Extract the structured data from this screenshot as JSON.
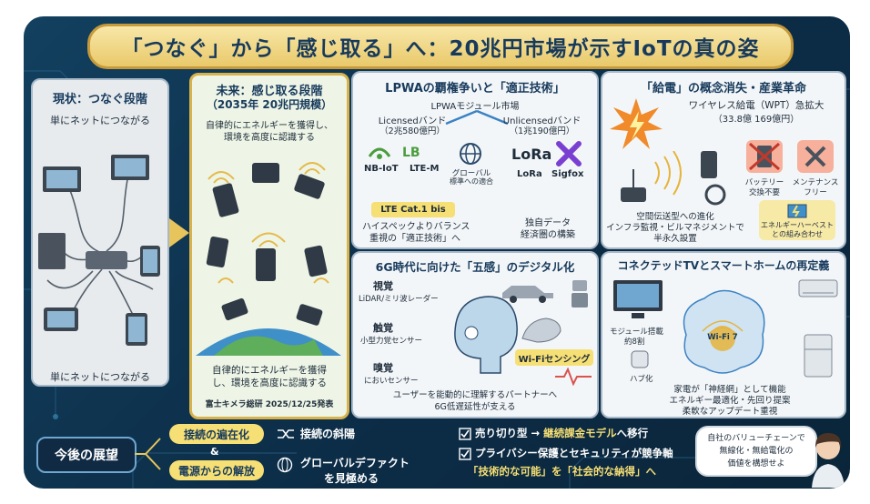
{
  "title": "「つなぐ」から「感じ取る」へ：20兆円市場が示すIoTの真の姿",
  "current": {
    "heading": "現状：つなぐ段階",
    "top_text": "単にネットにつながる",
    "bottom_text": "単にネットにつながる"
  },
  "future": {
    "heading_line1": "未来：感じ取る段階",
    "heading_line2": "（2035年 20兆円規模）",
    "top_line1": "自律的にエネルギーを獲得し、",
    "top_line2": "環境を高度に認識する",
    "bottom_line1": "自律的にエネルギーを獲得",
    "bottom_line2": "し、環境を高度に認識する",
    "source": "富士キメラ総研 2025/12/25発表"
  },
  "lpwa": {
    "heading": "LPWAの覇権争いと「適正技術」",
    "market_label": "LPWAモジュール市場",
    "licensed_line1": "Licensedバンド",
    "licensed_line2": "（2兆580億円）",
    "unlicensed_line1": "Unlicensedバンド",
    "unlicensed_line2": "（1兆190億円）",
    "nbiot": "NB-IoT",
    "ltem": "LTE-M",
    "lb_logo": "LB",
    "global_line1": "グローバル",
    "global_line2": "標準への適合",
    "lora_logo": "LoRa",
    "lora": "LoRa",
    "sigfox": "Sigfox",
    "cat1": "LTE Cat.1 bis",
    "cat1_desc_line1": "ハイスペックよりバランス",
    "cat1_desc_line2": "重視の「適正技術」へ",
    "own_line1": "独自データ",
    "own_line2": "経済圏の構築"
  },
  "power": {
    "heading": "「給電」の概念消失・産業革命",
    "wpt_line1": "ワイヤレス給電（WPT）急拡大",
    "wpt_line2": "（33.8億 169億円）",
    "battery_line1": "バッテリー",
    "battery_line2": "交換不要",
    "maint_line1": "メンテナンス",
    "maint_line2": "フリー",
    "space_line1": "空間伝送型への進化",
    "space_line2": "インフラ監視・ビルマネジメントで",
    "space_line3": "半永久設置",
    "harvest_line1": "エネルギーハーベスト",
    "harvest_line2": "との組み合わせ"
  },
  "senses": {
    "heading": "6G時代に向けた「五感」のデジタル化",
    "sight": "視覚",
    "sight_desc": "LiDAR/ミリ波レーダー",
    "touch": "触覚",
    "touch_desc": "小型力覚センサー",
    "smell": "嗅覚",
    "smell_desc": "においセンサー",
    "wifi_sensing": "Wi-Fiセンシング",
    "partner_line1": "ユーザーを能動的に理解するパートナーへ",
    "partner_line2": "6G低遅延性が支える"
  },
  "tv": {
    "heading": "コネクテッドTVとスマートホームの再定義",
    "module_line1": "モジュール搭載",
    "module_line2": "約8割",
    "wifi7": "Wi-Fi 7",
    "hub": "ハブ化",
    "home_line1": "家電が「神経網」として機能",
    "home_line2": "エネルギー最適化・先回り提案",
    "home_line3": "柔軟なアップデート重視"
  },
  "outlook": {
    "label": "今後の展望",
    "ubiquity": "接続の遍在化",
    "amp": "&",
    "release": "電源からの解放",
    "decline": "接続の斜陽",
    "global_line1": "グローバルデファクト",
    "global_line2": "を見極める",
    "sell_prefix": "売り切り型 →",
    "sell_highlight": "継続課金モデル",
    "sell_suffix": "へ移行",
    "privacy_line1": "プライバシー保護とセキュリティが競争軸",
    "privacy_line2": "「技術的な可能」を「社会的な納得」へ",
    "bubble_line1": "自社のバリューチェーンで",
    "bubble_line2": "無線化・無給電化の",
    "bubble_line3": "価値を構想せよ"
  }
}
